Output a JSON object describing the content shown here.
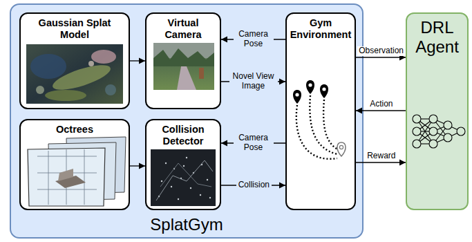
{
  "diagram": {
    "nodes": [
      {
        "text": [
          "SplatGym"
        ]
      },
      {
        "text": [
          "Gaussian Splat Model"
        ],
        "in": 0
      },
      {
        "text": [
          "Virtual Camera"
        ],
        "in": 0
      },
      {
        "text": [
          "Gym Environment"
        ],
        "in": 0
      },
      {
        "text": [
          "Octrees"
        ],
        "in": 0
      },
      {
        "text": [
          "Collision Detector"
        ],
        "in": 0
      },
      {
        "text": [
          "DRL Agent"
        ]
      }
    ],
    "edges": [
      {
        "from": 1,
        "to": 2,
        "arrow": "to"
      },
      {
        "from": 3,
        "to": 2,
        "label": "Camera Pose",
        "arrow": "to"
      },
      {
        "from": 2,
        "to": 3,
        "label": "Novel View Image",
        "arrow": "to"
      },
      {
        "from": 3,
        "to": 6,
        "label": "Observation",
        "arrow": "to"
      },
      {
        "from": 6,
        "to": 3,
        "label": "Action",
        "arrow": "to"
      },
      {
        "from": 3,
        "to": 6,
        "label": "Reward",
        "arrow": "to"
      },
      {
        "from": 4,
        "to": 5,
        "arrow": "to"
      },
      {
        "from": 3,
        "to": 5,
        "label": "Camera Pose",
        "arrow": "to"
      },
      {
        "from": 5,
        "to": 3,
        "label": "Collision",
        "arrow": "to"
      }
    ]
  }
}
